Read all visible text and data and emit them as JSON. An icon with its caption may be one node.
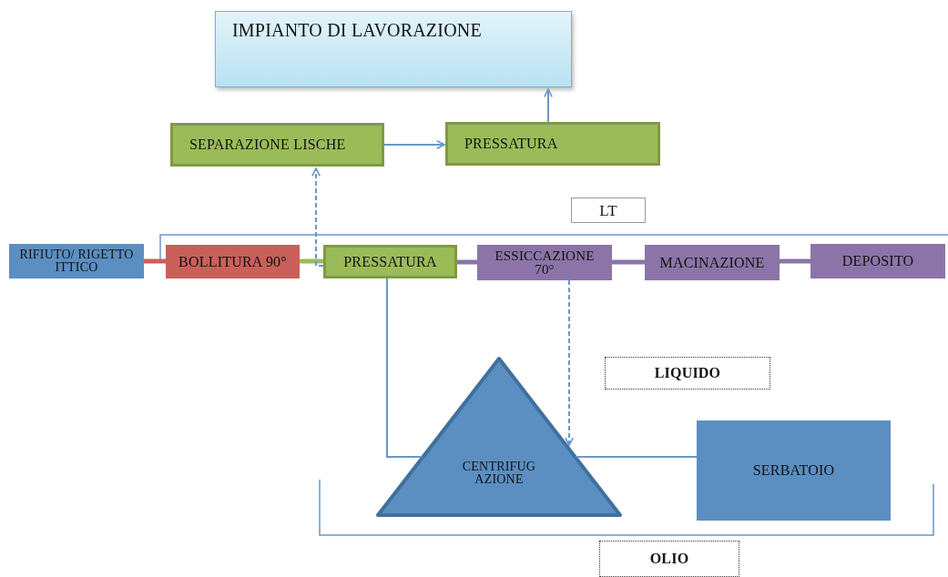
{
  "diagram": {
    "nodes": [
      {
        "text": [
          "IMPIANTO DI LAVORAZIONE"
        ]
      },
      {
        "text": [
          "SEPARAZIONE LISCHE"
        ]
      },
      {
        "text": [
          "PRESSATURA"
        ]
      },
      {
        "text": [
          "LT"
        ]
      },
      {
        "text": [
          "RIFIUTO/ RIGETTO ITTICO"
        ]
      },
      {
        "text": [
          "BOLLITURA 90°"
        ]
      },
      {
        "text": [
          "PRESSATURA"
        ]
      },
      {
        "text": [
          "ESSICCAZIONE 70°"
        ]
      },
      {
        "text": [
          "MACINAZIONE"
        ]
      },
      {
        "text": [
          "DEPOSITO"
        ]
      },
      {
        "text": [
          "LIQUIDO"
        ]
      },
      {
        "text": [
          "CENTRIFUG AZIONE"
        ]
      },
      {
        "text": [
          "SERBATOIO"
        ]
      },
      {
        "text": [
          "OLIO"
        ]
      }
    ],
    "edges": [
      {
        "from": 4,
        "to": 5,
        "arrow": "none",
        "style": "thick",
        "color": "#c9605a"
      },
      {
        "from": 5,
        "to": 6,
        "arrow": "none",
        "style": "thick",
        "color": "#9bbb59"
      },
      {
        "from": 6,
        "to": 7,
        "arrow": "none",
        "style": "thick",
        "color": "#8c74a8"
      },
      {
        "from": 7,
        "to": 8,
        "arrow": "none",
        "style": "thick",
        "color": "#8c74a8"
      },
      {
        "from": 8,
        "to": 9,
        "arrow": "none",
        "style": "thick",
        "color": "#8c74a8"
      },
      {
        "from": 6,
        "to": 1,
        "arrow": "to",
        "style": "dashed"
      },
      {
        "from": 1,
        "to": 2,
        "arrow": "to"
      },
      {
        "from": 2,
        "to": 0,
        "arrow": "to"
      },
      {
        "from": 7,
        "to": 11,
        "arrow": "to",
        "style": "dashed"
      },
      {
        "from": 6,
        "to": 11,
        "arrow": "none"
      },
      {
        "from": 11,
        "to": 12,
        "arrow": "none"
      }
    ]
  }
}
